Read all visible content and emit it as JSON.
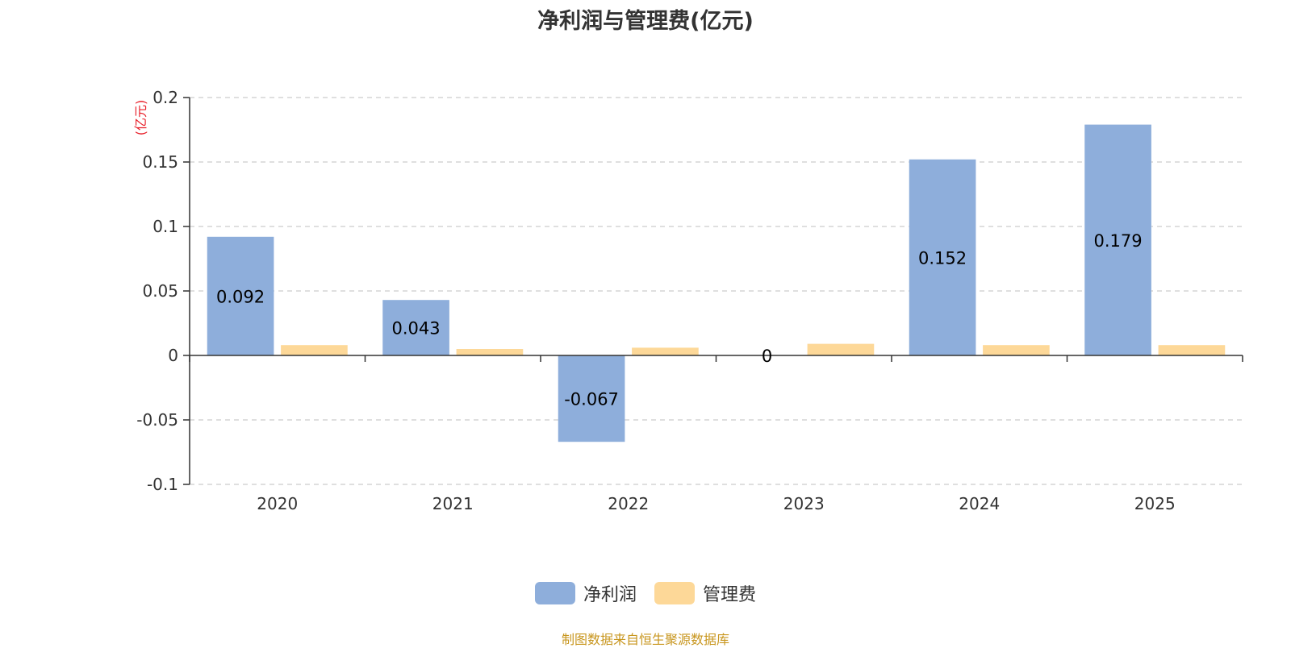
{
  "chart_data": {
    "type": "bar",
    "title": "净利润与管理费(亿元)",
    "ylabel": "(亿元)",
    "categories": [
      "2020",
      "2021",
      "2022",
      "2023",
      "2024",
      "2025"
    ],
    "series": [
      {
        "name": "净利润",
        "color": "#8eaedb",
        "values": [
          0.092,
          0.043,
          -0.067,
          0,
          0.152,
          0.179
        ],
        "labels": [
          "0.092",
          "0.043",
          "-0.067",
          "0",
          "0.152",
          "0.179"
        ]
      },
      {
        "name": "管理费",
        "color": "#fdd898",
        "values": [
          0.008,
          0.005,
          0.006,
          0.009,
          0.008,
          0.008
        ]
      }
    ],
    "ylim": [
      -0.1,
      0.2
    ],
    "yticks": [
      {
        "value": 0.2,
        "label": "0.2"
      },
      {
        "value": 0.15,
        "label": "0.15"
      },
      {
        "value": 0.1,
        "label": "0.1"
      },
      {
        "value": 0.05,
        "label": "0.05"
      },
      {
        "value": 0,
        "label": "0"
      },
      {
        "value": -0.05,
        "label": "-0.05"
      },
      {
        "value": -0.1,
        "label": "-0.1"
      }
    ],
    "grid": true,
    "legend_position": "bottom",
    "unit_color": "#e8202a",
    "source": "制图数据来自恒生聚源数据库",
    "source_color": "#c8961e"
  }
}
